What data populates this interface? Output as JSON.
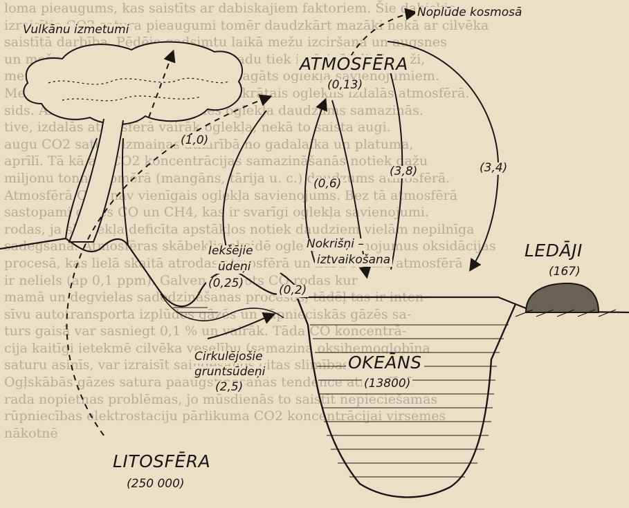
{
  "background_text": [
    "loma pieaugums, kas saistīts ar dabiskajiem faktoriem. Šie dabiskie",
    "izraisītie CO2 satura pieaugumi tomēr daudzkārt mazāki nekā ar cilvēka",
    "saistītā darbība. Pēdējo gadsimtu laikā mežu izciršana un augsnes",
    "un mežu izciršana. Pasaulē katru gadu tiek iznīcināti lieli meži,",
    "mežu augsnes humusa, kas reizes bagāts oglekļa savienojumiem.",
    "Mežu iznīcināšanas laikā augsnē uzkrātais ogleklis izdalās atmosfērā.",
    "sids. Arī ir pamanīts, ka augsnes oglekļa daudzums samazinās.",
    "tive, izdalās atmosfērā vairāk oglekļa, nekā to saista augi.",
    "augu CO2 satura izmaiņas atkarībā no gadalaika un platuma,",
    "aprīlī. Tā kā arī CO2 koncentrācijas samazināšanās notiek dažu",
    "miljonu tonnu apmērā (mangāns, tārija u. c.) daudzums atmosfērā.",
    "Atmosfērā CO2 nav vienīgais oglekļa savienojums. Bez tā atmosfērā",
    "sastopami gāzes CO un CH4, kas ir svarīgi oglekļa savienojumi.",
    "rodas, ja skābekļa deficīta apstākļos notiek daudziem vielām nepilnīga",
    "sadegšana. Atmosfēras skābeklis oksidē oglekļa savienojumus oksidācijas",
    "procesā, kas lielā skaitā atrodas atmosfērā un kuru saturs atmosfērā",
    "ir neliels (ap 0,1 ppm). Galvenais avots CO rodas kur",
    "mamā un degvielas sadedzināšanas procesos, tādēļ tas ir inten-",
    "sīvu autotransporta izplūdes gāzēs un rūpnieciskās gāzēs sa-",
    "turs gaisā var sasniegt 0,1 % un vairāk. Tāda CO koncentrā-",
    "cija kaitīgi ietekmē cilvēka veselību (samazina oksihemoglobīna",
    "saturu asinīs, var izraisīt saindēšanos citas slimības).",
    "Ogļskābās gāzes satura paaugstināšanās tendence atmosfērā",
    "rada nopietnas problēmas, jo mūsdienās to saistīt nepieciešamas",
    "rūpniecības elektrostaciju pārlikuma CO2 koncentrācijai virsemes",
    "nākotnē"
  ],
  "labels": {
    "vulkani": "Vulkānu izmetumi",
    "noplude": "Noplūde kosmosā",
    "atmosfera": "ATMOSFĒRA",
    "atmosfera_val": "(0,13)",
    "flow_volcano": "(1,0)",
    "flow_surface_up": "(0,6)",
    "flow_ocean_down": "(3,8)",
    "flow_ocean_up": "(3,4)",
    "iekseja_1": "Iekšējie",
    "iekseja_2": "ūdeņi",
    "iekseja_val": "(0,25)",
    "nokrisni_1": "Nokrišņi –",
    "nokrisni_2": "iztvaikošana",
    "runoff_val": "(0,2)",
    "ledaji": "LEDĀJI",
    "ledaji_val": "(167)",
    "cirk_1": "Cirkulējošie",
    "cirk_2": "gruntsūdeņi",
    "cirk_val": "(2,5)",
    "okeans": "OKEĀNS",
    "okeans_val": "(13800)",
    "litosfera": "LITOSFĒRA",
    "litosfera_val": "(250 000)"
  },
  "colors": {
    "ink": "#1a1612",
    "paper": "#ebdfc6",
    "bgtext": "#b9ad97"
  }
}
